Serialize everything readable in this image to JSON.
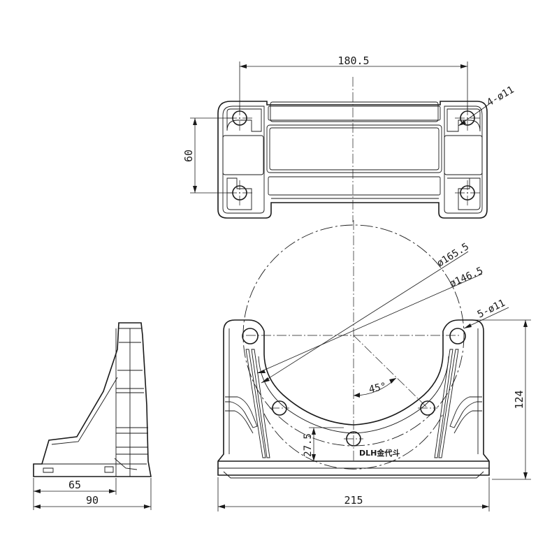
{
  "dimensions": {
    "top_width": "180.5",
    "top_height": "60",
    "top_holes": "4-ø11",
    "circle_outer": "ø165.5",
    "circle_inner": "ø146.5",
    "front_holes": "5-ø11",
    "front_height": "124",
    "front_angle": "45°",
    "front_base_height": "27.5",
    "front_width": "215",
    "side_inner": "65",
    "side_width": "90"
  },
  "logo": {
    "text": "DLH金代斗"
  }
}
